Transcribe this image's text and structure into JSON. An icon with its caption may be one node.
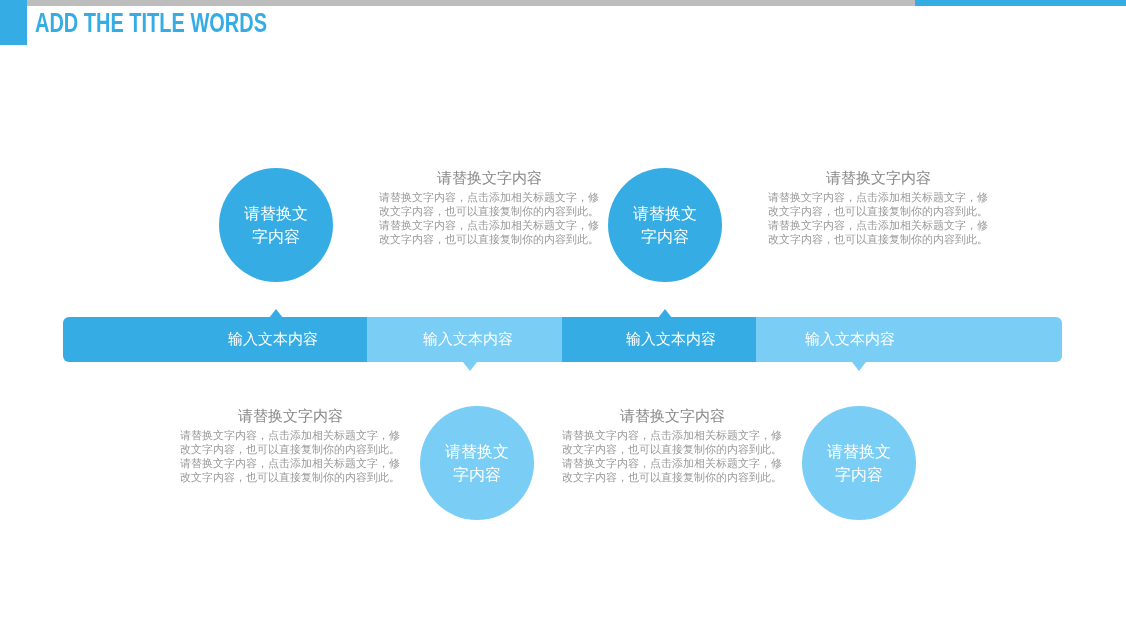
{
  "diagram": {
    "title": "ADD THE TITLE WORDS",
    "nodes": [
      {
        "text": [
          "请替换文字内容"
        ],
        "beside": [
          "请替换文字内容",
          "请替换文字内容，点击添加相关标题文字，修改文字内容，也可以直接复制你的内容到此。请替换文字内容，点击添加相关标题文字，修改文字内容，也可以直接复制你的内容到此。"
        ]
      },
      {
        "text": [
          "输入文本内容"
        ]
      },
      {
        "text": [
          "输入文本内容"
        ]
      },
      {
        "text": [
          "请替换文字内容"
        ],
        "beside": [
          "请替换文字内容",
          "请替换文字内容，点击添加相关标题文字，修改文字内容，也可以直接复制你的内容到此。请替换文字内容，点击添加相关标题文字，修改文字内容，也可以直接复制你的内容到此。"
        ]
      },
      {
        "text": [
          "请替换文字内容"
        ],
        "beside": [
          "请替换文字内容",
          "请替换文字内容，点击添加相关标题文字，修改文字内容，也可以直接复制你的内容到此。请替换文字内容，点击添加相关标题文字，修改文字内容，也可以直接复制你的内容到此。"
        ]
      },
      {
        "text": [
          "输入文本内容"
        ]
      },
      {
        "text": [
          "输入文本内容"
        ]
      },
      {
        "text": [
          "请替换文字内容"
        ],
        "beside": [
          "请替换文字内容",
          "请替换文字内容，点击添加相关标题文字，修改文字内容，也可以直接复制你的内容到此。请替换文字内容，点击添加相关标题文字，修改文字内容，也可以直接复制你的内容到此。"
        ]
      }
    ]
  }
}
